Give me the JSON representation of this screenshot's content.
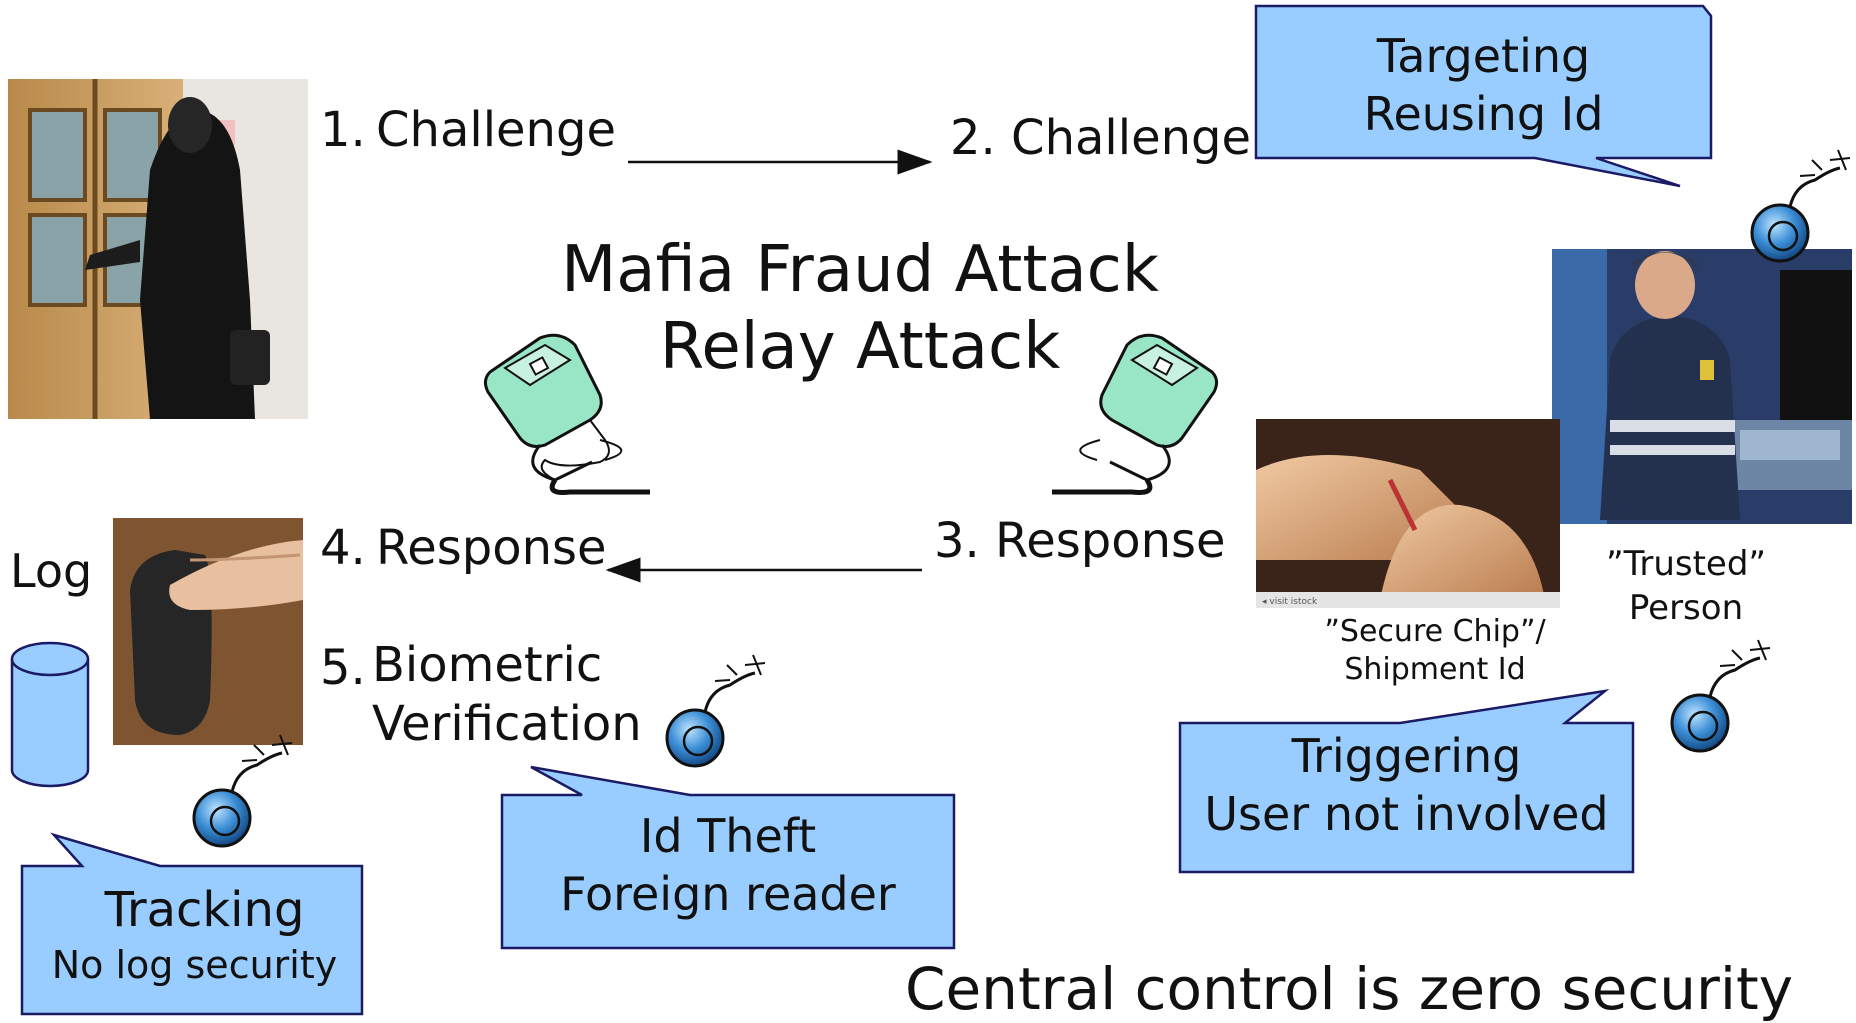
{
  "slide": {
    "title_line1": "Mafia Fraud Attack",
    "title_line2": "Relay Attack",
    "footer": "Central control is zero security"
  },
  "steps": {
    "s1_num": "1.",
    "s1_label": "Challenge",
    "s2_label": "2. Challenge",
    "s3_label": "3. Response",
    "s4_num": "4.",
    "s4_label": "Response",
    "s5_num": "5.",
    "s5_line1": "Biometric",
    "s5_line2": "Verification"
  },
  "log": {
    "label": "Log"
  },
  "captions": {
    "trusted_line1": "”Trusted”",
    "trusted_line2": "Person",
    "chip_line1": "”Secure Chip”/",
    "chip_line2": "Shipment Id"
  },
  "callouts": {
    "targeting": {
      "line1": "Targeting",
      "line2": "Reusing Id"
    },
    "triggering": {
      "line1": "Triggering",
      "line2": "User not involved"
    },
    "idtheft": {
      "line1": "Id Theft",
      "line2": "Foreign reader"
    },
    "tracking": {
      "line1": "Tracking",
      "line2": "No log security"
    }
  },
  "colors": {
    "callout_fill": "#99ccff",
    "callout_stroke": "#1a1a66",
    "reader_fill": "#99e6c6",
    "bomb_fill": "#3c8fd6",
    "cylinder_fill": "#99ccff"
  }
}
